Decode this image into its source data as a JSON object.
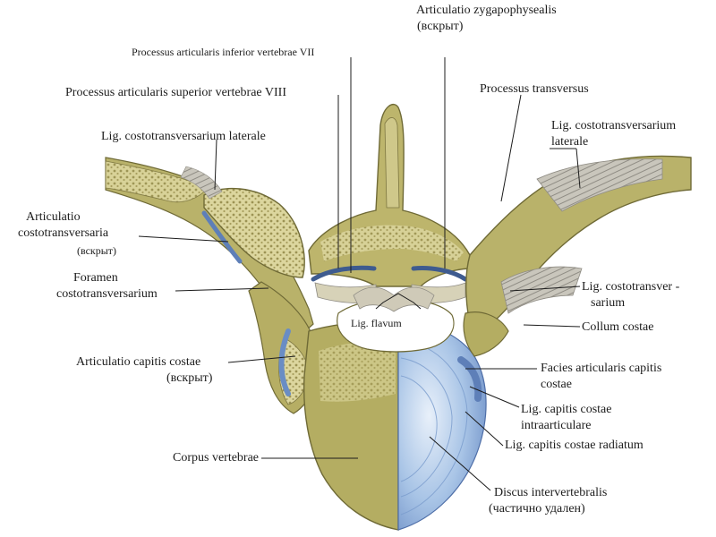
{
  "labels": {
    "art_zyg": "Articulatio zygapophysealis",
    "art_zyg_sub": "(вскрыт)",
    "proc_inf": "Processus articularis inferior vertebrae VII",
    "proc_sup": "Processus articularis superior  vertebrae VIII",
    "proc_trans": "Processus transversus",
    "lig_ct_lat_left": "Lig. costotransversarium lateralе",
    "lig_ct_lat_right_1": "Lig. costotransversarium",
    "lig_ct_lat_right_2": "laterale",
    "art_ct_1": "Articulatio",
    "art_ct_2": "costotransversaria",
    "art_ct_sub": "(вскрыт)",
    "foramen_1": "Foramen",
    "foramen_2": "costotransversarium",
    "lig_ct_1": "Lig. costotransver -",
    "lig_ct_2": "sarium",
    "lig_flavum": "Lig. flavum",
    "collum": "Collum  costae",
    "art_cap_1": "Articulatio capitis costae",
    "art_cap_sub": "(вскрыт)",
    "facies_1": "Facies articularis capitis",
    "facies_2": "costae",
    "lig_intra_1": "Lig. capitis costae",
    "lig_intra_2": "intraarticulare",
    "lig_rad": "Lig. capitis costae radiatum",
    "corpus": "Corpus vertebrae",
    "discus_1": "Discus intervertebralis",
    "discus_2": "(частично удален)"
  },
  "colors": {
    "bone": "#b8b26a",
    "bone_dark": "#8d8444",
    "spongy": "#d9d39a",
    "disc": "#a9c6e6",
    "joint": "#6f8fc4",
    "ligament": "#c8c4b8",
    "leader": "#1c1c1c"
  }
}
